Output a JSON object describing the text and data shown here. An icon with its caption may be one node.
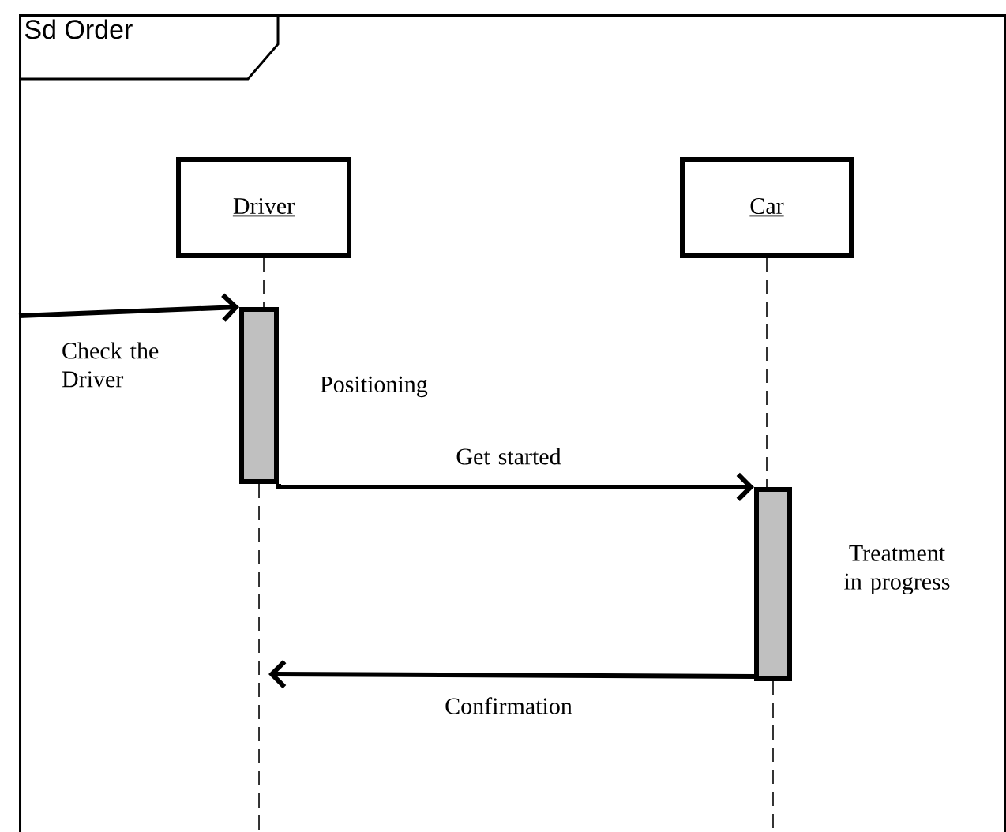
{
  "diagram": {
    "nodes": [
      {
        "text": [
          "Sd Order"
        ]
      },
      {
        "text": [
          "Driver"
        ],
        "in": 0
      },
      {
        "text": [
          "Car"
        ],
        "in": 0
      },
      {
        "text": [],
        "shape": "bar",
        "in": 0,
        "beside": [
          "Positioning"
        ]
      },
      {
        "text": [],
        "shape": "bar",
        "in": 0,
        "beside": [
          "Treatment in progress"
        ]
      }
    ],
    "edges": [
      {
        "from": 1,
        "to": 3,
        "arrow": "none",
        "style": "dashed"
      },
      {
        "from": 3,
        "to": null,
        "arrow": "none",
        "style": "dashed"
      },
      {
        "from": 2,
        "to": 4,
        "arrow": "none",
        "style": "dashed"
      },
      {
        "from": 4,
        "to": null,
        "arrow": "none",
        "style": "dashed"
      },
      {
        "from": null,
        "to": 3,
        "arrow": "to",
        "style": "thick",
        "label": "Check the Driver"
      },
      {
        "from": 3,
        "to": 4,
        "arrow": "to",
        "style": "thick",
        "label": "Get started"
      },
      {
        "from": 4,
        "to": null,
        "arrow": "to",
        "style": "thick",
        "label": "Confirmation"
      }
    ]
  }
}
